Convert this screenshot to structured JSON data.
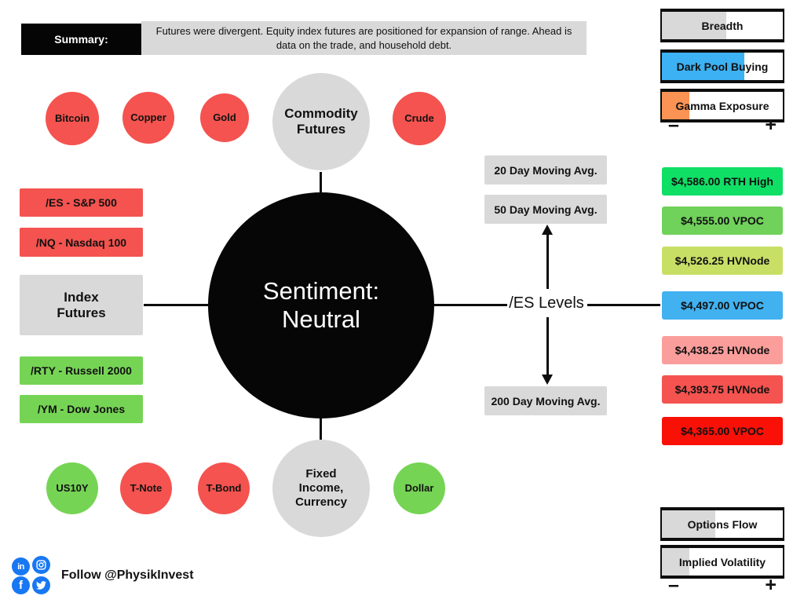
{
  "summary": {
    "label": "Summary:",
    "text": "Futures were divergent. Equity index futures are positioned for expansion of range. Ahead is data on the trade, and household debt."
  },
  "hub": {
    "sentiment_line1": "Sentiment:",
    "sentiment_line2": "Neutral",
    "commodity": "Commodity Futures",
    "fixed_income": "Fixed Income, Currency",
    "index_futures": "Index Futures",
    "es_levels": "/ES Levels"
  },
  "index_boxes": [
    {
      "label": "/ES - S&P 500",
      "color": "#f4534f"
    },
    {
      "label": "/NQ - Nasdaq 100",
      "color": "#f4534f"
    },
    {
      "label": "/RTY - Russell 2000",
      "color": "#76d455"
    },
    {
      "label": "/YM - Dow Jones",
      "color": "#76d455"
    }
  ],
  "commodity_nodes": [
    {
      "label": "Bitcoin",
      "color": "#f4534f"
    },
    {
      "label": "Copper",
      "color": "#f4534f"
    },
    {
      "label": "Gold",
      "color": "#f4534f"
    },
    {
      "label": "Crude",
      "color": "#f4534f"
    }
  ],
  "fixed_income_nodes": [
    {
      "label": "US10Y",
      "color": "#76d455"
    },
    {
      "label": "T-Note",
      "color": "#f4534f"
    },
    {
      "label": "T-Bond",
      "color": "#f4534f"
    },
    {
      "label": "Dollar",
      "color": "#76d455"
    }
  ],
  "moving_averages": [
    {
      "label": "20 Day Moving Avg."
    },
    {
      "label": "50 Day Moving Avg."
    },
    {
      "label": "200 Day Moving Avg."
    }
  ],
  "gauges_top": [
    {
      "label": "Breadth",
      "fill_color": "#d9d9d9",
      "fill_pct": 53
    },
    {
      "label": "Dark Pool Buying",
      "fill_color": "#3cb1f3",
      "fill_pct": 68
    },
    {
      "label": "Gamma Exposure",
      "fill_color": "#fa9353",
      "fill_pct": 23
    }
  ],
  "gauges_bottom": [
    {
      "label": "Options Flow",
      "fill_color": "#d9d9d9",
      "fill_pct": 44
    },
    {
      "label": "Implied Volatility",
      "fill_color": "#d9d9d9",
      "fill_pct": 23
    }
  ],
  "scale": {
    "minus": "–",
    "plus": "+"
  },
  "levels": [
    {
      "label": "$4,586.00 RTH High",
      "color": "#10df66"
    },
    {
      "label": "$4,555.00 VPOC",
      "color": "#70d15b"
    },
    {
      "label": "$4,526.25 HVNode",
      "color": "#c8df66"
    },
    {
      "label": "$4,497.00 VPOC",
      "color": "#41b1f0"
    },
    {
      "label": "$4,438.25 HVNode",
      "color": "#fb9e9b"
    },
    {
      "label": "$4,393.75 HVNode",
      "color": "#f4534f"
    },
    {
      "label": "$4,365.00 VPOC",
      "color": "#f91007"
    }
  ],
  "footer": {
    "handle": "Follow @PhysikInvest",
    "icon_color": "#1877f2"
  }
}
